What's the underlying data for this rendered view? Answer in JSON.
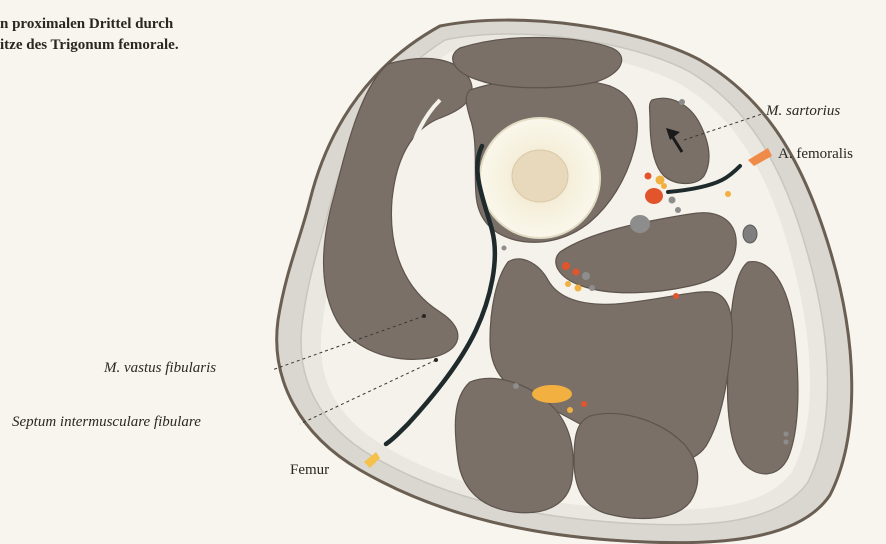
{
  "caption": {
    "line1": "n proximalen Drittel durch",
    "line2": "itze des Trigonum femorale."
  },
  "labels": {
    "sartorius": "M. sartorius",
    "femoralis": "A. femoralis",
    "vastus": "M. vastus fibularis",
    "septum": "Septum intermusculare fibulare",
    "femur": "Femur"
  },
  "colors": {
    "background": "#f7f5ee",
    "skin": "#dcdad3",
    "muscle": "#7b7068",
    "fascia": "#f4f2ea",
    "septum": "#1f2a2c",
    "artery": "#e2542c",
    "vein": "#8d8d8d",
    "nerve": "#f2b040",
    "arrow_marker": "#f08a48",
    "femur_marker": "#f4c24a"
  }
}
